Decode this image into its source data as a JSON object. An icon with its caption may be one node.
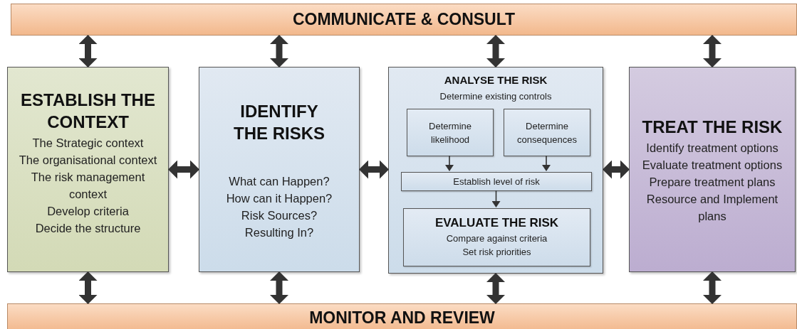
{
  "diagram": {
    "nodes": [
      {
        "text": [
          "COMMUNICATE & CONSULT"
        ]
      },
      {
        "text": [
          "ESTABLISH THE CONTEXT",
          "The Strategic context",
          "The organisational context",
          "The risk management context",
          "Develop criteria",
          "Decide the structure"
        ]
      },
      {
        "text": [
          "IDENTIFY THE RISKS",
          "What can Happen?",
          "How can it Happen?",
          "Risk Sources?",
          "Resulting In?"
        ]
      },
      {
        "text": [
          "ANALYSE THE RISK",
          "Determine existing controls"
        ]
      },
      {
        "text": [
          "Determine likelihood"
        ],
        "in": 3
      },
      {
        "text": [
          "Determine consequences"
        ],
        "in": 3
      },
      {
        "text": [
          "Establish level of risk"
        ],
        "in": 3
      },
      {
        "text": [
          "EVALUATE THE RISK",
          "Compare against criteria",
          "Set risk priorities"
        ],
        "in": 3
      },
      {
        "text": [
          "TREAT THE RISK",
          "Identify treatment options",
          "Evaluate treatment options",
          "Prepare treatment plans",
          "Resource and Implement plans"
        ]
      },
      {
        "text": [
          "MONITOR AND REVIEW"
        ]
      }
    ],
    "edges": [
      {
        "from": 0,
        "to": 1,
        "arrow": "both"
      },
      {
        "from": 0,
        "to": 2,
        "arrow": "both"
      },
      {
        "from": 0,
        "to": 3,
        "arrow": "both"
      },
      {
        "from": 0,
        "to": 8,
        "arrow": "both"
      },
      {
        "from": 1,
        "to": 2,
        "arrow": "both"
      },
      {
        "from": 2,
        "to": 3,
        "arrow": "both"
      },
      {
        "from": 3,
        "to": 8,
        "arrow": "both"
      },
      {
        "from": 4,
        "to": 6,
        "arrow": "to"
      },
      {
        "from": 5,
        "to": 6,
        "arrow": "to"
      },
      {
        "from": 6,
        "to": 7,
        "arrow": "to"
      },
      {
        "from": 1,
        "to": 9,
        "arrow": "both"
      },
      {
        "from": 2,
        "to": 9,
        "arrow": "both"
      },
      {
        "from": 3,
        "to": 9,
        "arrow": "both"
      },
      {
        "from": 8,
        "to": 9,
        "arrow": "both"
      }
    ]
  }
}
